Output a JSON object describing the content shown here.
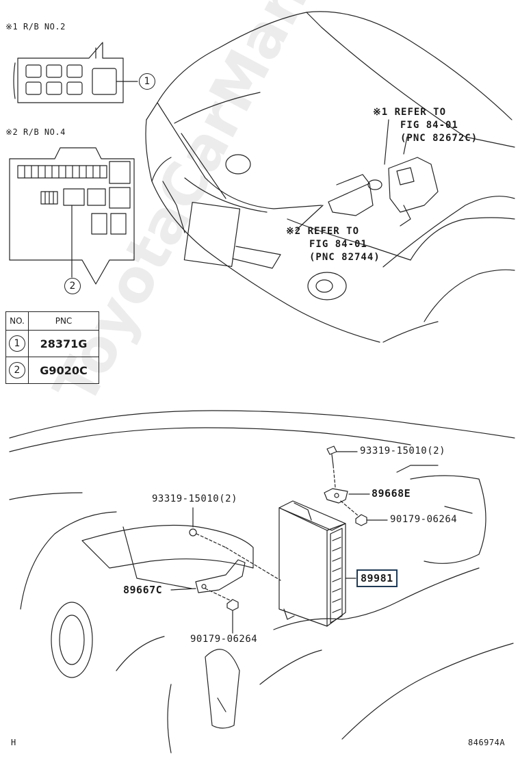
{
  "callouts": {
    "rb2_header": "※1 R/B NO.2",
    "rb4_header": "※2 R/B NO.4",
    "ref1_line1": "※1 REFER TO",
    "ref1_line2": "FIG 84-01",
    "ref1_line3": "(PNC 82672C)",
    "ref2_line1": "※2 REFER TO",
    "ref2_line2": "FIG 84-01",
    "ref2_line3": "(PNC 82744)",
    "circle_1": "1",
    "circle_2": "2"
  },
  "pnc_table": {
    "header_no": "NO.",
    "header_pnc": "PNC",
    "rows": [
      {
        "no": "1",
        "pnc": "28371G"
      },
      {
        "no": "2",
        "pnc": "G9020C"
      }
    ]
  },
  "parts": {
    "bolt_top": "93319-15010(2)",
    "bracket_right": "89668E",
    "nut_right": "90179-06264",
    "bolt_left": "93319-15010(2)",
    "ecu": "89981",
    "bracket_left": "89667C",
    "nut_bottom": "90179-06264"
  },
  "footer": {
    "left_mark": "H",
    "figure_id": "846974A"
  },
  "watermark": "ToyotaCarMan.ru",
  "colors": {
    "line": "#222222",
    "highlight_border": "#1e3a56"
  }
}
